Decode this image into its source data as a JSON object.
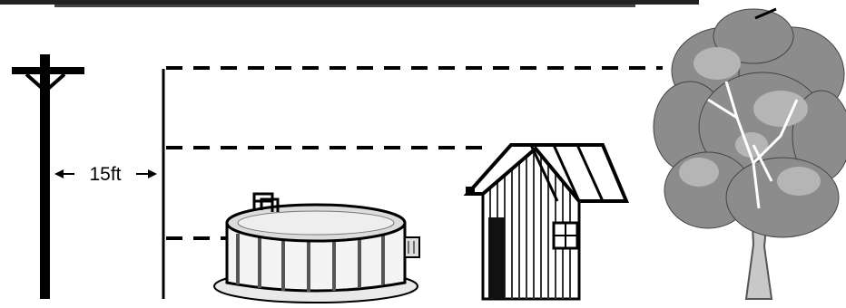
{
  "diagram": {
    "clearance_label": "15ft",
    "objects": {
      "pole": "utility-pole",
      "pool": "above-ground-pool",
      "shed": "shed",
      "tree": "tree"
    }
  }
}
